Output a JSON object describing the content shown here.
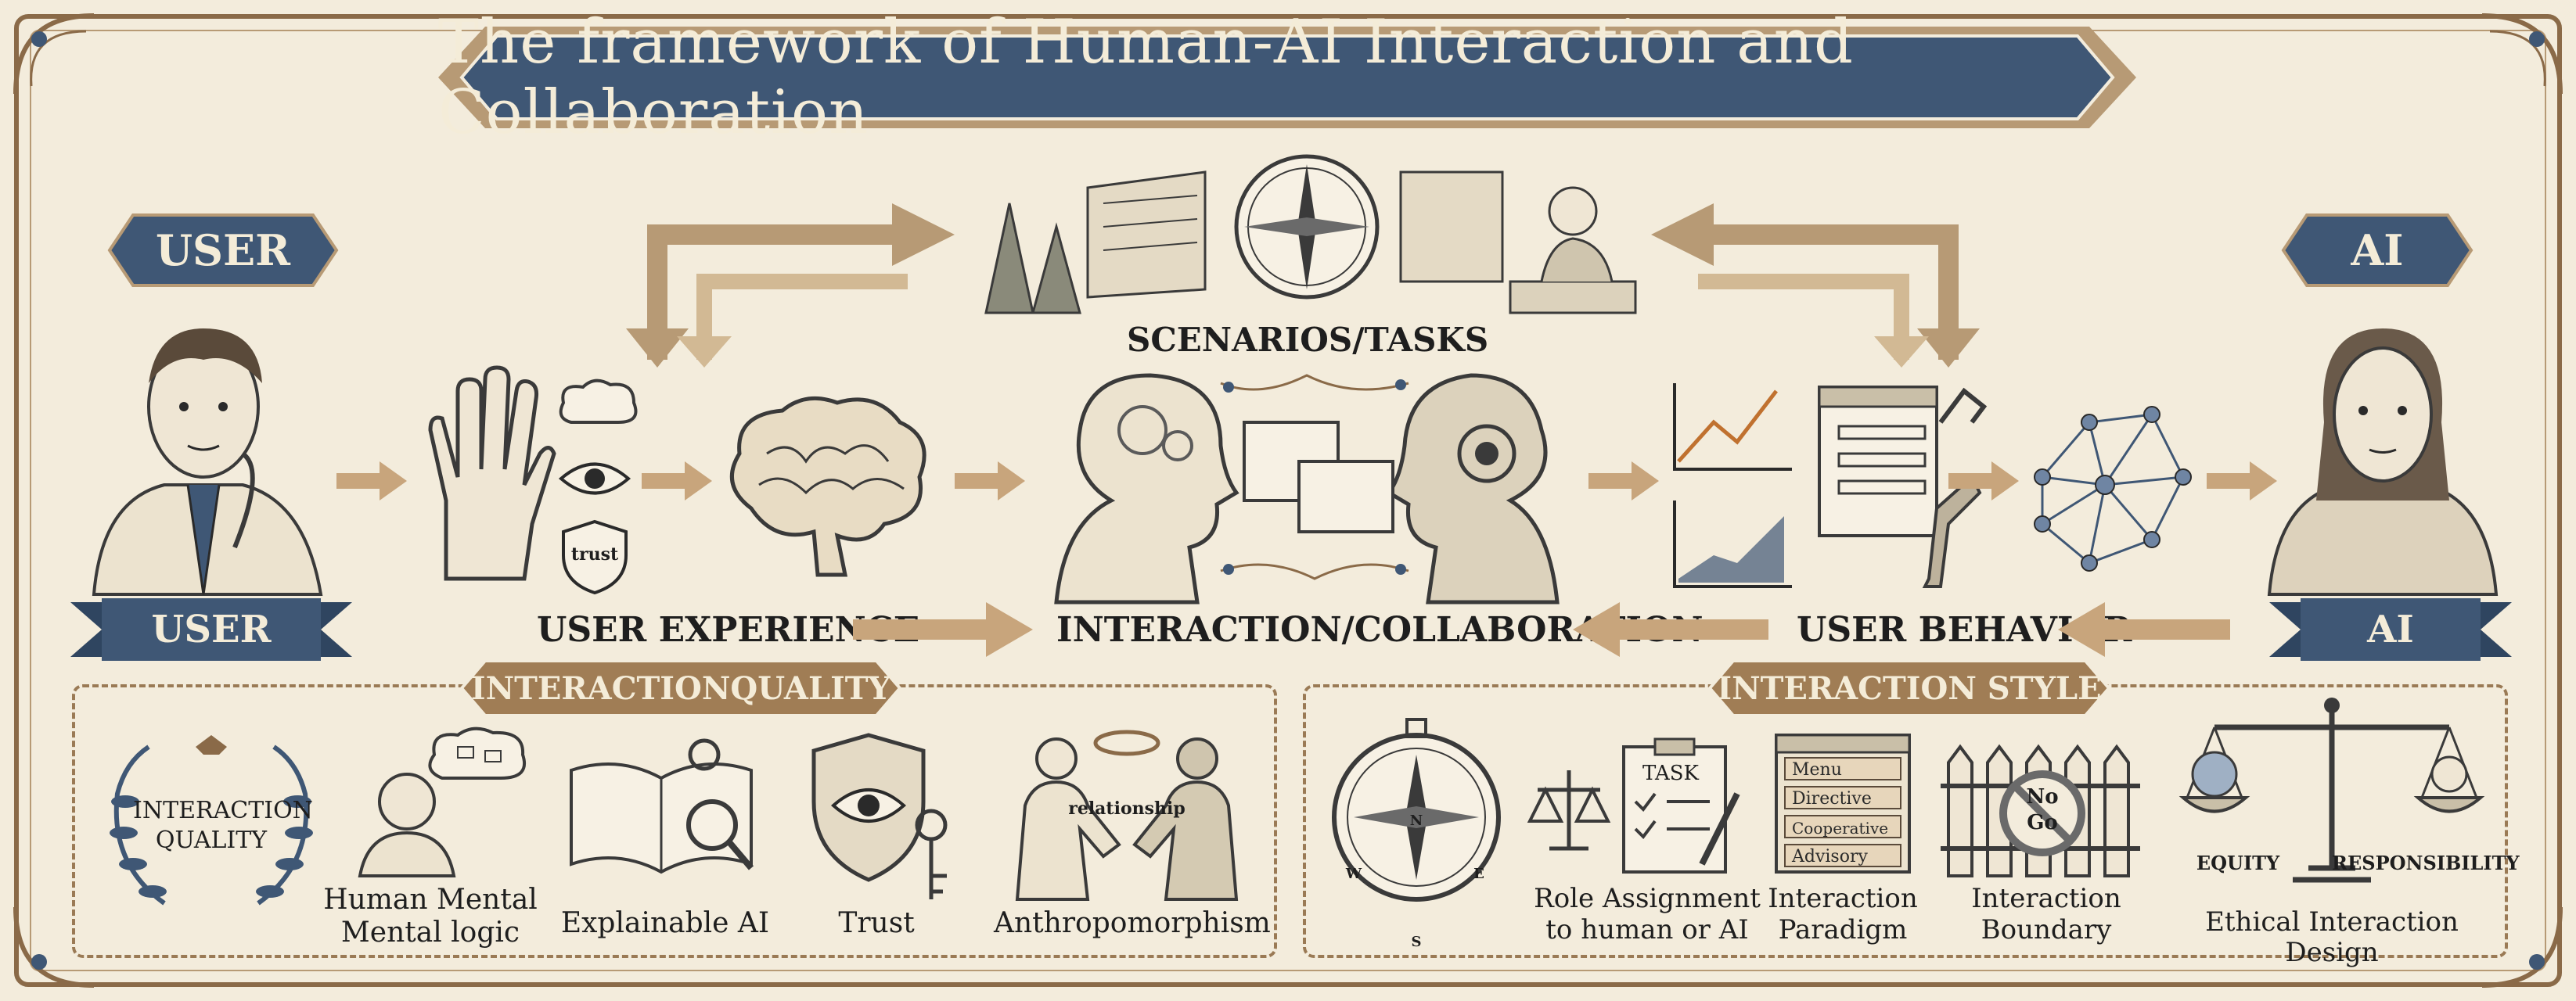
{
  "title": "The framework of Human-AI Interaction and Collaboration",
  "top_left_label": "USER",
  "top_right_label": "AI",
  "bottom_left_label": "USER",
  "bottom_right_label": "AI",
  "center_top_label": "SCENARIOS/TASKS",
  "flow_labels": {
    "user_experience": "USER EXPERIENCE",
    "interaction_collaboration": "INTERACTION/COLLABORATION",
    "user_behavior": "USER BEHAVIOR"
  },
  "trust_shield_text": "trust",
  "quality_section": {
    "header": "INTERACTIONQUALITY",
    "wreath_text_1": "INTERACTION",
    "wreath_text_2": "QUALITY",
    "items": [
      {
        "label_1": "Human Mental",
        "label_2": "Mental logic"
      },
      {
        "label_1": "Explainable AI",
        "label_2": ""
      },
      {
        "label_1": "Trust",
        "label_2": ""
      },
      {
        "label_1": "Anthropomorphism",
        "label_2": ""
      }
    ],
    "relationship_text": "relationship"
  },
  "style_section": {
    "header": "INTERACTION STYLE",
    "compass_letters": {
      "n": "N",
      "s": "S",
      "e": "E",
      "w": "W"
    },
    "task_text": "TASK",
    "menu_items": [
      "Menu",
      "Directive",
      "Cooperative",
      "Advisory"
    ],
    "no_go_text_1": "No",
    "no_go_text_2": "Go",
    "scale_left": "EQUITY",
    "scale_right": "RESPONSIBILITY",
    "items": [
      {
        "label_1": "Role Assignment",
        "label_2": "to human or AI"
      },
      {
        "label_1": "Interaction",
        "label_2": "Paradigm"
      },
      {
        "label_1": "Interaction",
        "label_2": "Boundary"
      },
      {
        "label_1": "Ethical Interaction Design",
        "label_2": ""
      }
    ]
  },
  "colors": {
    "navy": "#3f5775",
    "brown": "#8a6a48",
    "cream": "#f3ecdc",
    "tan": "#c8a57c"
  }
}
